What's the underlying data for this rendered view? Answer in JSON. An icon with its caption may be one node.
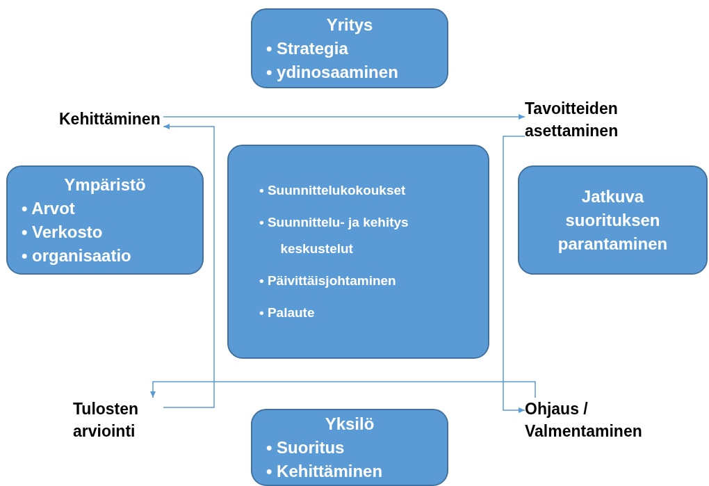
{
  "diagram": {
    "nodes": [
      {
        "text": [
          "Yritys",
          "• Strategia",
          "• ydinosaaminen"
        ]
      },
      {
        "text": [
          "Kehittäminen"
        ]
      },
      {
        "text": [
          "Tavoitteiden asettaminen"
        ]
      },
      {
        "text": [
          "Ympäristö",
          "• Arvot",
          "• Verkosto",
          "• organisaatio"
        ]
      },
      {
        "text": [
          "• Suunnittelukokoukset",
          "• Suunnittelu- ja kehitys keskustelut",
          "• Päivittäisjohtaminen",
          "• Palaute"
        ]
      },
      {
        "text": [
          "Jatkuva suorituksen parantaminen"
        ]
      },
      {
        "text": [
          "Tulosten arviointi"
        ]
      },
      {
        "text": [
          "Ohjaus / Valmentaminen"
        ]
      },
      {
        "text": [
          "Yksilö",
          "• Suoritus",
          "• Kehittäminen"
        ]
      }
    ],
    "edges": [
      {
        "from": 1,
        "to": 2,
        "arrow": "to"
      },
      {
        "from": 2,
        "to": 7,
        "arrow": "to"
      },
      {
        "from": 7,
        "to": 6,
        "arrow": "to"
      },
      {
        "from": 6,
        "to": 1,
        "arrow": "to"
      }
    ]
  }
}
